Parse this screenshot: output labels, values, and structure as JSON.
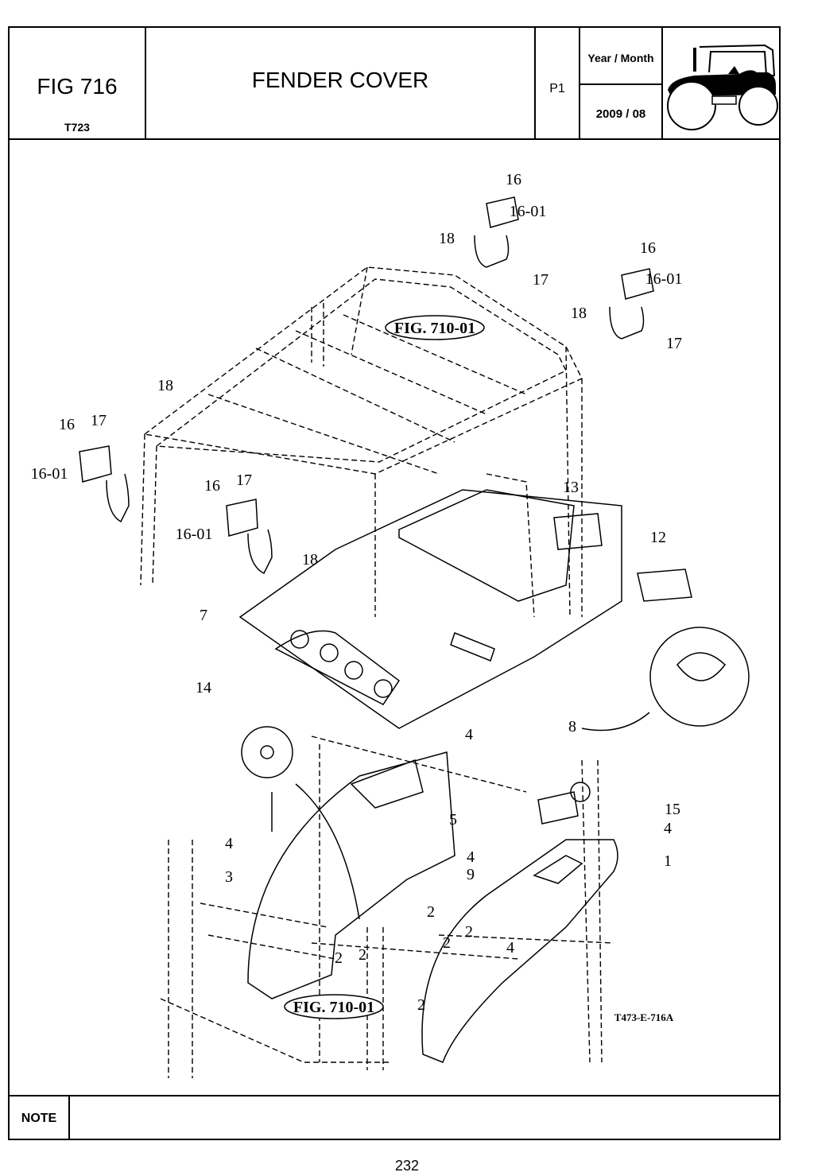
{
  "header": {
    "fig_number": "FIG 716",
    "model": "T723",
    "title": "FENDER COVER",
    "page_code": "P1",
    "year_month_label": "Year / Month",
    "year_month_value": "2009 / 08"
  },
  "diagram": {
    "ref_labels": [
      "FIG. 710-01",
      "FIG. 710-01"
    ],
    "drawing_code": "T473-E-716A",
    "callouts": [
      "16",
      "16-01",
      "18",
      "17",
      "16",
      "16-01",
      "18",
      "17",
      "18",
      "16",
      "17",
      "16-01",
      "16",
      "17",
      "16-01",
      "18",
      "13",
      "12",
      "7",
      "14",
      "8",
      "4",
      "15",
      "4",
      "5",
      "1",
      "4",
      "4",
      "9",
      "3",
      "2",
      "2",
      "2",
      "2",
      "2",
      "4",
      "2"
    ]
  },
  "note": {
    "label": "NOTE",
    "text": ""
  },
  "footer": {
    "page_number": "232"
  },
  "icons": {
    "tractor": "tractor-icon"
  }
}
